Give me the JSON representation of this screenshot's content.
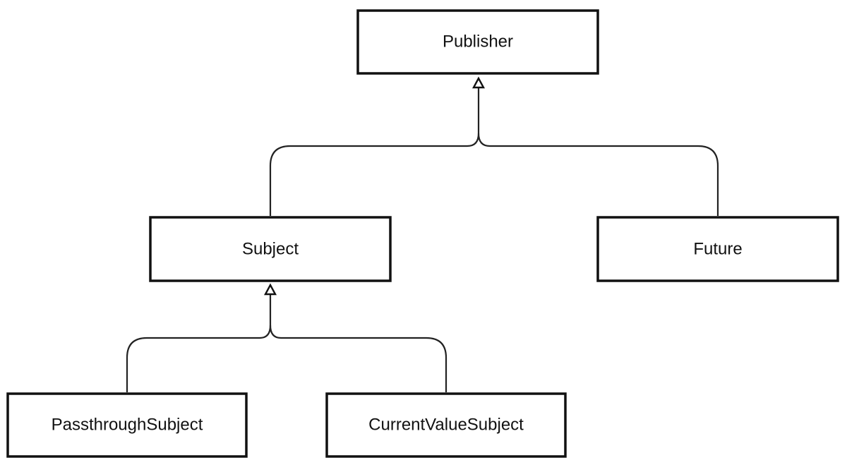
{
  "diagram": {
    "type": "class-hierarchy",
    "nodes": {
      "publisher": {
        "label": "Publisher"
      },
      "subject": {
        "label": "Subject"
      },
      "future": {
        "label": "Future"
      },
      "passthrough_subject": {
        "label": "PassthroughSubject"
      },
      "current_value_subject": {
        "label": "CurrentValueSubject"
      }
    },
    "edges": [
      {
        "from": "subject",
        "to": "publisher",
        "relation": "inheritance"
      },
      {
        "from": "future",
        "to": "publisher",
        "relation": "inheritance"
      },
      {
        "from": "passthrough_subject",
        "to": "subject",
        "relation": "inheritance"
      },
      {
        "from": "current_value_subject",
        "to": "subject",
        "relation": "inheritance"
      }
    ]
  }
}
